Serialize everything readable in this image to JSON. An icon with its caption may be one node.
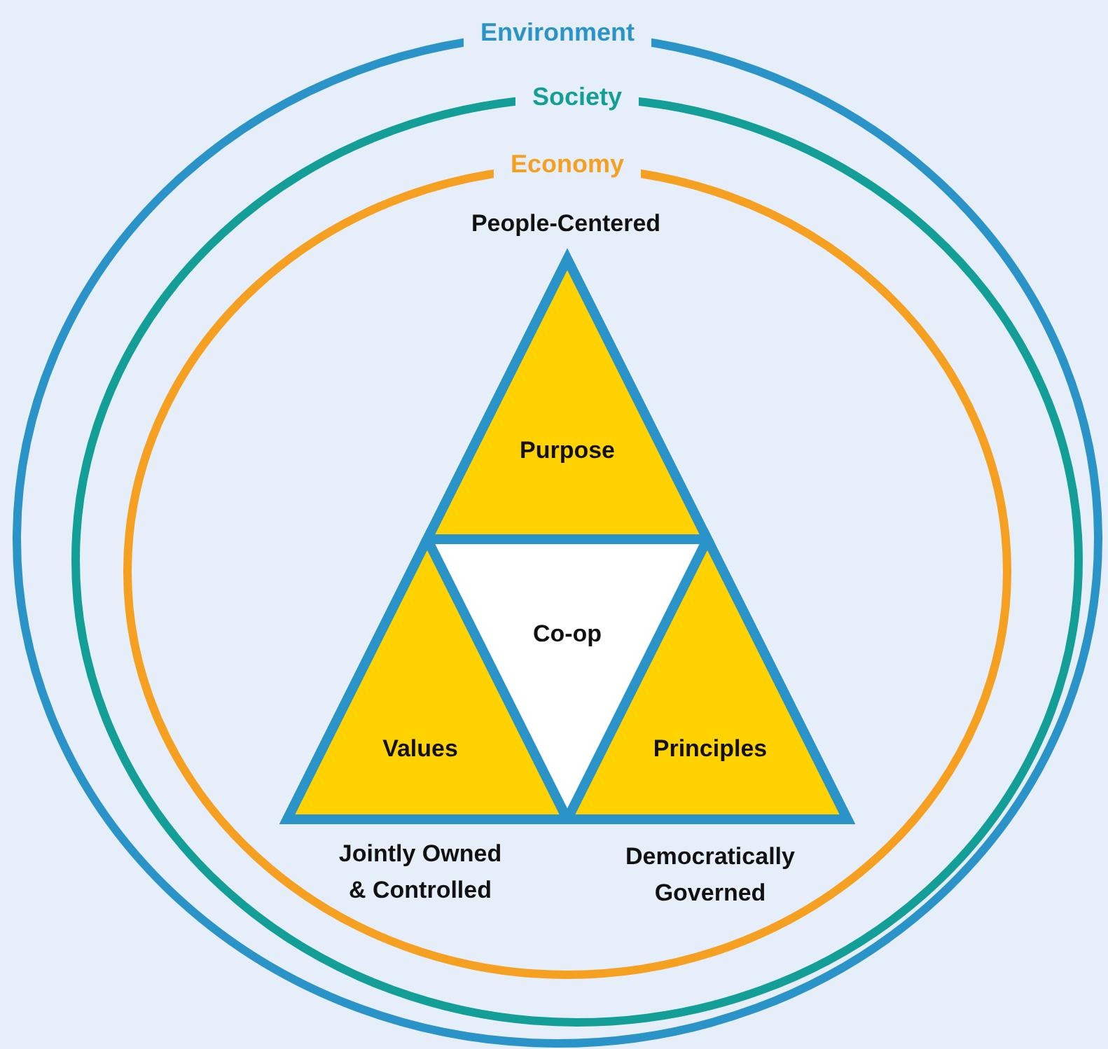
{
  "diagram": {
    "nodes": [
      {
        "text": [
          "Environment"
        ]
      },
      {
        "text": [
          "Society"
        ],
        "in": 0
      },
      {
        "text": [
          "Economy"
        ],
        "in": 1
      },
      {
        "text": [
          "Purpose"
        ],
        "in": 2,
        "beside": [
          "People-Centered"
        ]
      },
      {
        "text": [
          "Co-op"
        ],
        "in": 2
      },
      {
        "text": [
          "Values"
        ],
        "in": 2,
        "beside": [
          "Jointly Owned & Controlled"
        ]
      },
      {
        "text": [
          "Principles"
        ],
        "in": 2,
        "beside": [
          "Democratically Governed"
        ]
      }
    ],
    "edges": []
  }
}
